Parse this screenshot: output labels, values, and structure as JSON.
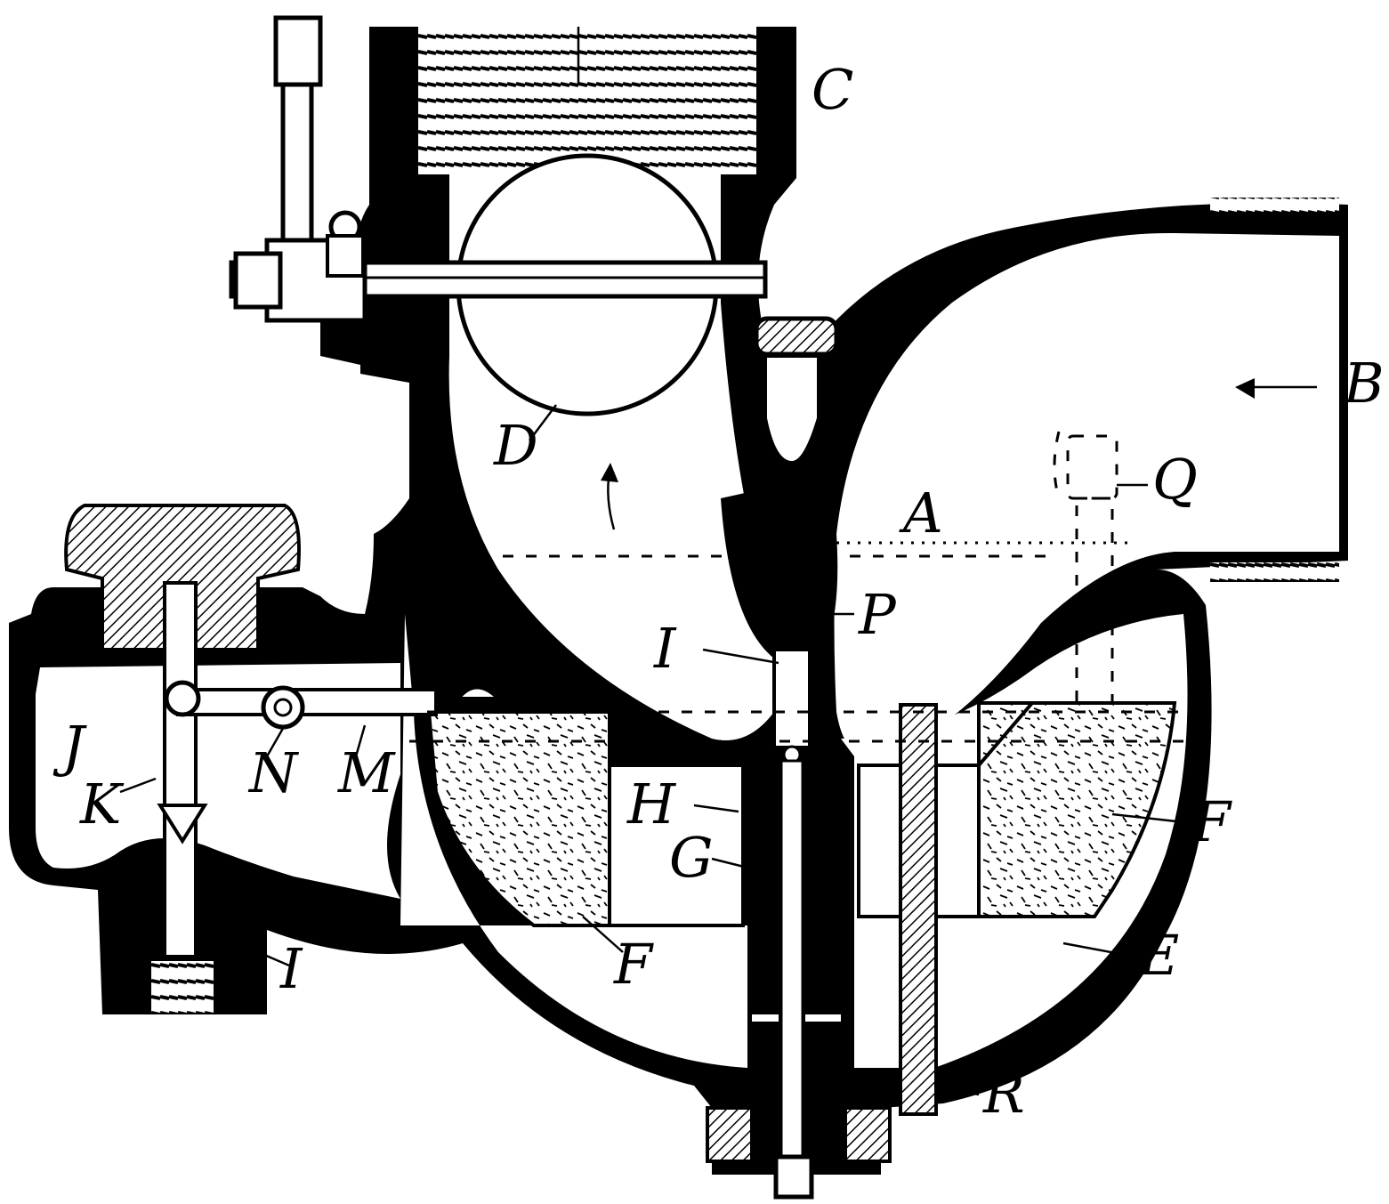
{
  "labels": {
    "A": "A",
    "B": "B",
    "C": "C",
    "D": "D",
    "E": "E",
    "F_left": "F",
    "F_right": "F",
    "G": "G",
    "H": "H",
    "I_needle": "I",
    "I_drain": "I",
    "J": "J",
    "K": "K",
    "M": "M",
    "N": "N",
    "P": "P",
    "Q": "Q",
    "R": "R"
  },
  "colors": {
    "ink": "#000000",
    "paper": "#ffffff"
  }
}
